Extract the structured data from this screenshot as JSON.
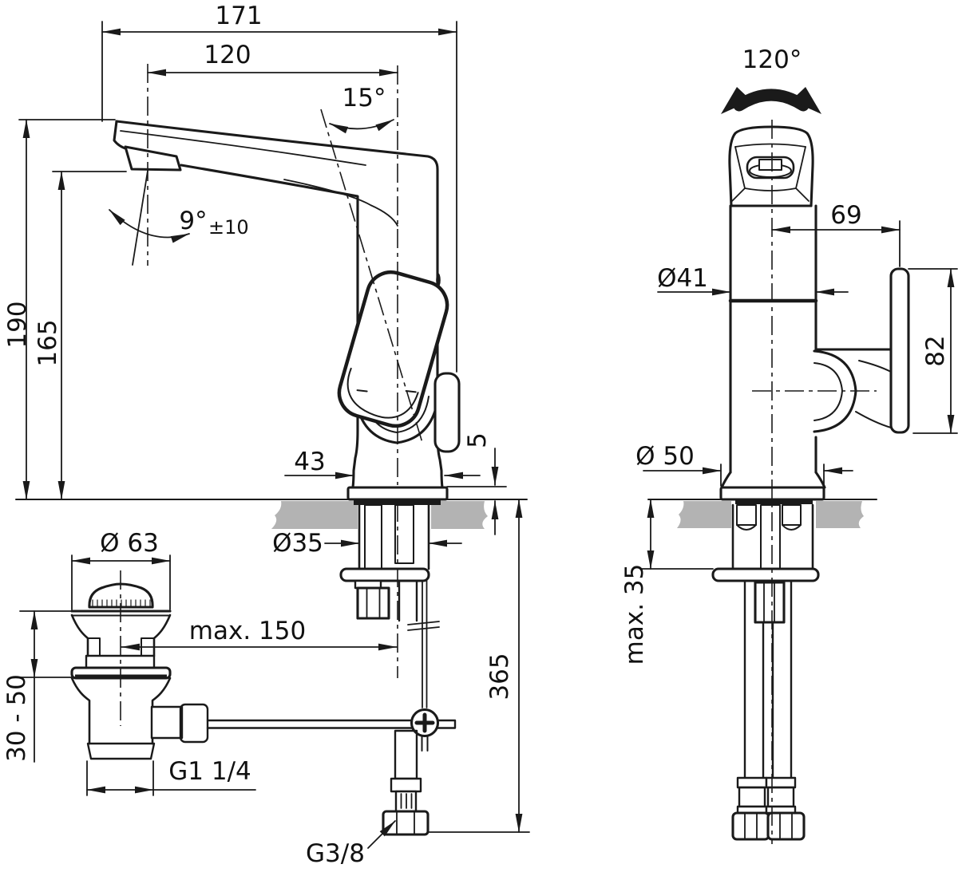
{
  "colors": {
    "line": "#1a1a1a",
    "deck_gray": "#b3b3b3",
    "aerator_gray": "#b9b9b9",
    "background": "#ffffff"
  },
  "side_view": {
    "total_width": "171",
    "spout_reach": "120",
    "handle_tilt_angle": "15°",
    "jet_angle": "9°",
    "jet_angle_tolerance": "±10",
    "height_total": "190",
    "height_to_outlet": "165",
    "body_width": "43",
    "base_plate_height": "5",
    "mounting_hole_diameter": "Ø35",
    "pullrod_reach": "max. 150",
    "below_deck_height": "365",
    "supply_thread": "G3/8"
  },
  "drain_detail": {
    "cap_diameter": "Ø 63",
    "deck_thickness_range": "30 - 50",
    "waste_thread": "G1 1/4"
  },
  "front_view": {
    "swivel_angle": "120°",
    "handle_offset": "69",
    "body_diameter": "Ø41",
    "handle_height": "82",
    "base_diameter": "Ø 50",
    "deck_thickness_max": "max. 35"
  }
}
